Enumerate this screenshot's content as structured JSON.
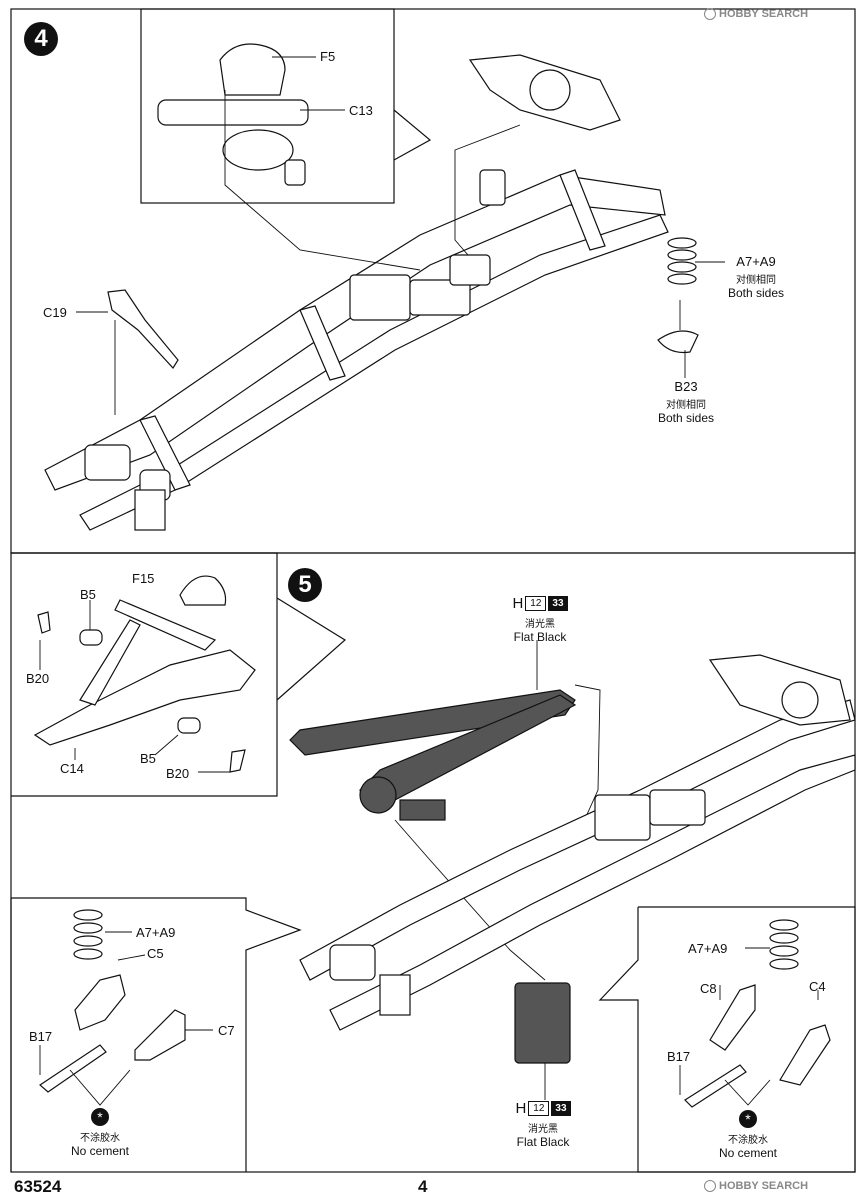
{
  "page": {
    "kit_number": "63524",
    "page_number": "4"
  },
  "watermark": {
    "text": "HOBBY SEARCH"
  },
  "step4": {
    "number": "4",
    "labels": {
      "f5": "F5",
      "c13": "C13",
      "c19": "C19",
      "a7a9": "A7+A9",
      "a7a9_zh": "对侧相同",
      "a7a9_en": "Both sides",
      "b23": "B23",
      "b23_zh": "对侧相同",
      "b23_en": "Both sides"
    }
  },
  "inset_front_axle": {
    "labels": {
      "f15": "F15",
      "b5_top": "B5",
      "b20_left": "B20",
      "c14": "C14",
      "b5_bottom": "B5",
      "b20_bottom": "B20"
    }
  },
  "step5": {
    "number": "5",
    "paint_top": {
      "letter": "H",
      "code_outline": "12",
      "code_fill": "33",
      "zh": "消光黑",
      "en": "Flat Black"
    },
    "paint_bottom": {
      "letter": "H",
      "code_outline": "12",
      "code_fill": "33",
      "zh": "消光黑",
      "en": "Flat Black"
    }
  },
  "inset_left_suspension": {
    "labels": {
      "a7a9": "A7+A9",
      "c5": "C5",
      "c7": "C7",
      "b17": "B17"
    },
    "note_zh": "不涂胶水",
    "note_en": "No cement",
    "glue_icon": "*"
  },
  "inset_right_suspension": {
    "labels": {
      "a7a9": "A7+A9",
      "c8": "C8",
      "c4": "C4",
      "b17": "B17"
    },
    "note_zh": "不涂胶水",
    "note_en": "No cement",
    "glue_icon": "*"
  }
}
